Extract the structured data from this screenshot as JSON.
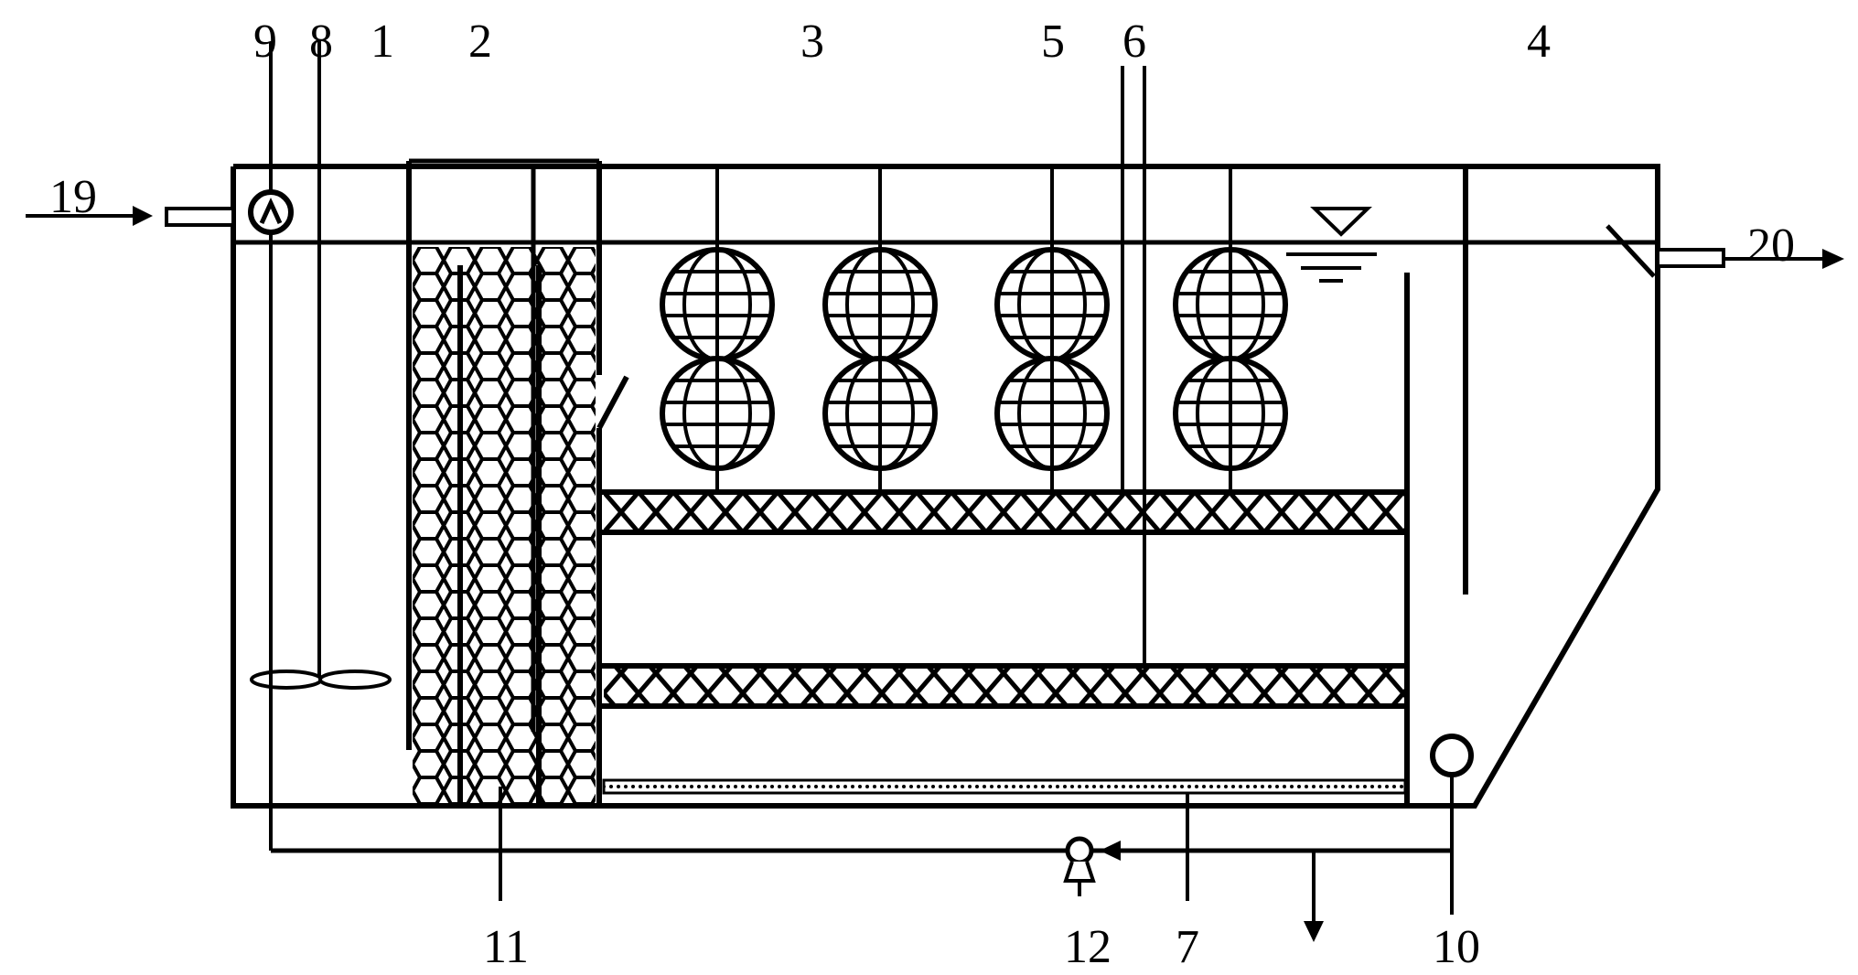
{
  "labels": {
    "l1": "1",
    "l2": "2",
    "l3": "3",
    "l4": "4",
    "l5": "5",
    "l6": "6",
    "l7": "7",
    "l8": "8",
    "l9": "9",
    "l10": "10",
    "l11": "11",
    "l12": "12",
    "l19": "19",
    "l20": "20"
  },
  "components": {
    "tank_outline": "tank-outline-icon",
    "inflow_pipe": "inflow-pipe-icon",
    "outflow_pipe": "outflow-pipe-icon",
    "water_level": "water-level-triangle-icon",
    "honeycomb_packing": "honeycomb-packing-icon",
    "ball_carriers": "spherical-carrier-icon",
    "mesh_supports": "mesh-support-icon",
    "bottom_aerator": "aeration-strip-icon",
    "mixer": "propeller-mixer-icon",
    "recycle_pump": "pump-icon",
    "sludge_outlet": "sludge-outlet-circle-icon"
  },
  "colors": {
    "line": "#000000",
    "background": "#ffffff"
  }
}
